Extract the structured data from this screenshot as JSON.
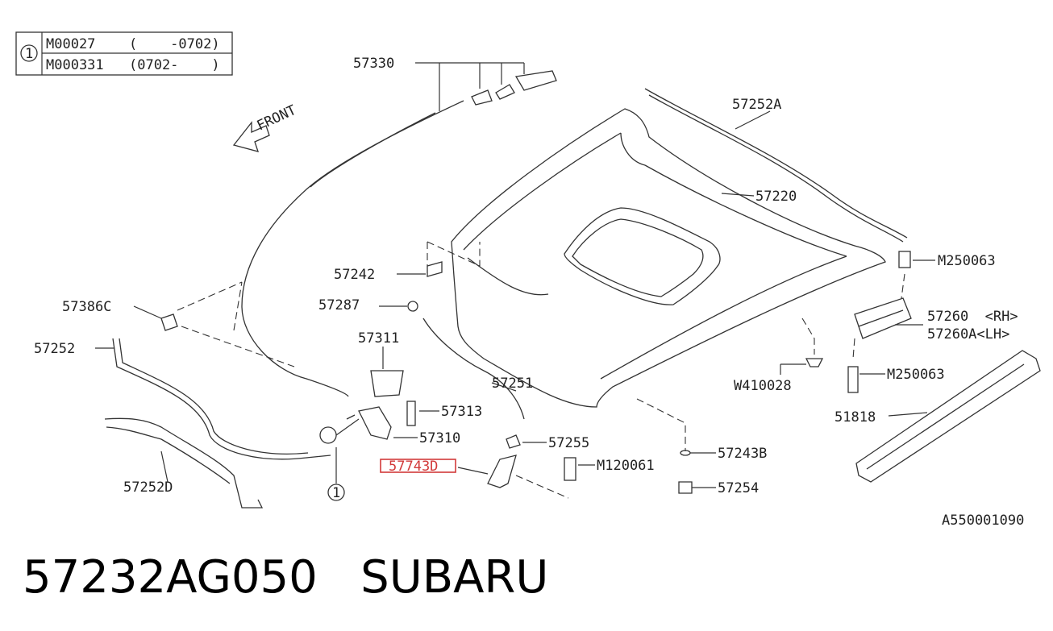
{
  "legend": {
    "marker": "1",
    "rows": [
      {
        "code": "M00027",
        "range": "(    -0702)"
      },
      {
        "code": "M000331",
        "range": "(0702-    )"
      }
    ]
  },
  "front_label": "FRONT",
  "parts": {
    "p57330": "57330",
    "p57252A": "57252A",
    "p57220": "57220",
    "p57242": "57242",
    "p57287": "57287",
    "p57386C": "57386C",
    "p57252": "57252",
    "p57311": "57311",
    "p57313": "57313",
    "p57310": "57310",
    "p57251": "57251",
    "p57255": "57255",
    "p57743": "57743D",
    "pM120061": "M120061",
    "p57252D": "57252D",
    "p57243B": "57243B",
    "p57254": "57254",
    "pM250063a": "M250063",
    "p57260": "57260  <RH>",
    "p57260A": "57260A<LH>",
    "pW410028": "W410028",
    "pM250063b": "M250063",
    "p51818": "51818",
    "callout": "1"
  },
  "diagram_code": "A550001090",
  "footer": {
    "part_number": "57232AG050",
    "brand": "SUBARU"
  },
  "colors": {
    "highlight": "#d23a3a",
    "line": "#333333"
  }
}
